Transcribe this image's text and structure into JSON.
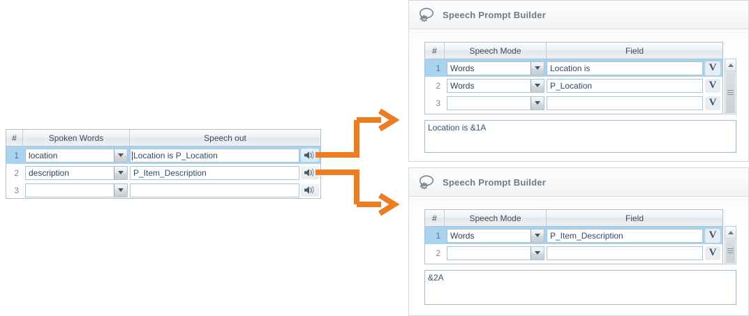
{
  "colors": {
    "arrow": "#ED7D22",
    "selection": "#a8d4f2",
    "panel_border": "#d2d7dd",
    "grid_border": "#b4bcc6",
    "field_text": "#2e4a6b",
    "title_text": "#6e7a86"
  },
  "left_grid": {
    "name": "spoken-words-grid",
    "columns": [
      "#",
      "Spoken Words",
      "Speech out"
    ],
    "rows": [
      {
        "num": "1",
        "spoken_words": "location",
        "speech_out": "Location is P_Location",
        "selected": true,
        "speaker_icon": "speaker-icon"
      },
      {
        "num": "2",
        "spoken_words": "description",
        "speech_out": "P_Item_Description",
        "selected": false,
        "speaker_icon": "speaker-icon"
      },
      {
        "num": "3",
        "spoken_words": "",
        "speech_out": "",
        "selected": false,
        "speaker_icon": "speaker-icon"
      }
    ]
  },
  "panels": [
    {
      "id": "panel-top",
      "title": "Speech Prompt Builder",
      "title_icon": "speech-bubble-gear-icon",
      "columns": [
        "#",
        "Speech Mode",
        "Field"
      ],
      "rows": [
        {
          "num": "1",
          "speech_mode": "Words",
          "field": "Location is",
          "selected": true,
          "v_label": "V"
        },
        {
          "num": "2",
          "speech_mode": "Words",
          "field": "P_Location",
          "selected": false,
          "v_label": "V"
        },
        {
          "num": "3",
          "speech_mode": "",
          "field": "",
          "selected": false,
          "v_label": "V"
        }
      ],
      "preview": "Location is &1A",
      "scrollbar": {
        "up_icon": "scroll-up-arrow-icon",
        "grip_icon": "scroll-grip-icon"
      }
    },
    {
      "id": "panel-bottom",
      "title": "Speech Prompt Builder",
      "title_icon": "speech-bubble-gear-icon",
      "columns": [
        "#",
        "Speech Mode",
        "Field"
      ],
      "rows": [
        {
          "num": "1",
          "speech_mode": "Words",
          "field": "P_Item_Description",
          "selected": true,
          "v_label": "V"
        },
        {
          "num": "2",
          "speech_mode": "",
          "field": "",
          "selected": false,
          "v_label": "V"
        }
      ],
      "preview": "&2A",
      "scrollbar": {
        "up_icon": "scroll-up-arrow-icon",
        "grip_icon": "scroll-grip-icon"
      }
    }
  ],
  "connectors": [
    {
      "name": "connector-arrow-row1",
      "from_row": "1",
      "to_panel": "panel-top"
    },
    {
      "name": "connector-arrow-row2",
      "from_row": "2",
      "to_panel": "panel-bottom"
    }
  ]
}
